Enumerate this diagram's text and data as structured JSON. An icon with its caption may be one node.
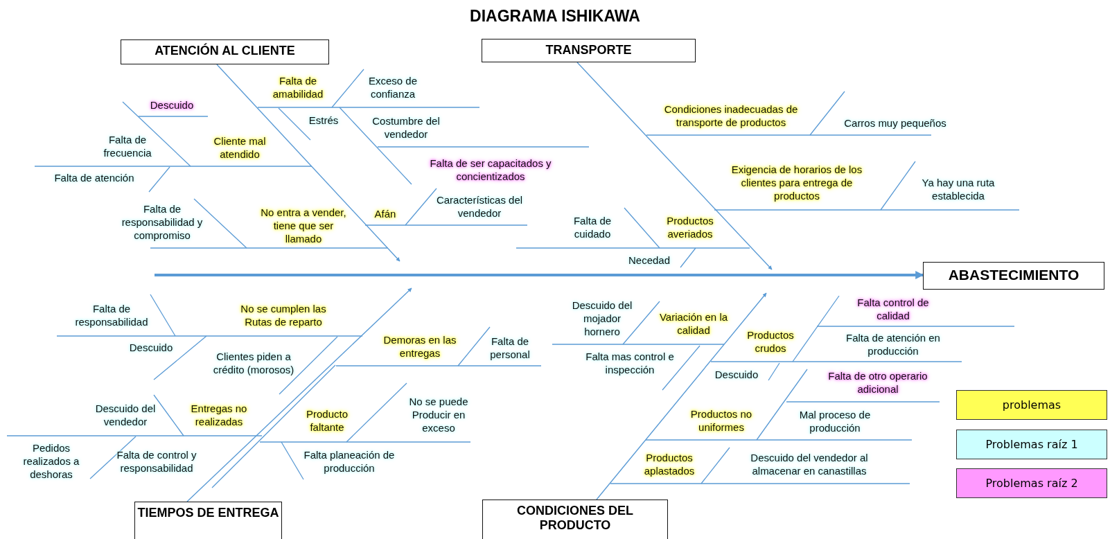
{
  "diagram": {
    "title": "DIAGRAMA ISHIKAWA",
    "nodes": [
      {
        "text": [
          "ATENCIÓN AL CLIENTE"
        ]
      },
      {
        "text": [
          "TRANSPORTE"
        ]
      },
      {
        "text": [
          "ABASTECIMIENTO"
        ]
      },
      {
        "text": [
          "TIEMPOS DE ENTREGA"
        ]
      },
      {
        "text": [
          "CONDICIONES DEL PRODUCTO"
        ]
      }
    ],
    "edges": [
      {
        "from": 0,
        "to": null,
        "arrow": "to"
      },
      {
        "from": 1,
        "to": null,
        "arrow": "to"
      },
      {
        "from": 3,
        "to": null,
        "arrow": "to"
      },
      {
        "from": 4,
        "to": null,
        "arrow": "to"
      },
      {
        "from": null,
        "to": 2,
        "arrow": "to",
        "style": "thick"
      }
    ],
    "labels": [
      "Falta de amabilidad",
      "Exceso de confianza",
      "Descuido",
      "Estrés",
      "Costumbre del vendedor",
      "Falta de frecuencia",
      "Cliente mal atendido",
      "Falta de ser capacitados y concientizados",
      "Falta de atención",
      "Falta de responsabilidad y compromiso",
      "No entra a vender, tiene que ser llamado",
      "Afán",
      "Características del vendedor",
      "Condiciones inadecuadas de transporte de productos",
      "Carros muy pequeños",
      "Exigencia de horarios de los clientes para entrega de productos",
      "Ya hay una ruta establecida",
      "Falta de cuidado",
      "Productos averiados",
      "Necedad",
      "Falta de responsabilidad",
      "No se cumplen las Rutas de reparto",
      "Descuido",
      "Clientes piden a crédito (morosos)",
      "Demoras en las entregas",
      "Falta de personal",
      "Descuido del vendedor",
      "Entregas no realizadas",
      "Producto faltante",
      "No se puede Producir en exceso",
      "Pedidos realizados a deshoras",
      "Falta de control y responsabilidad",
      "Falta planeación de producción",
      "Descuido del mojador hornero",
      "Variación en la calidad",
      "Falta control de calidad",
      "Productos crudos",
      "Falta de atención en producción",
      "Falta mas control e inspección",
      "Descuido",
      "Falta de otro operario adicional",
      "Productos no uniformes",
      "Mal proceso de producción",
      "Productos aplastados",
      "Descuido del vendedor al almacenar en canastillas"
    ],
    "legend": [
      {
        "text": "problemas",
        "color": "#ffff55"
      },
      {
        "text": "Problemas raíz 1",
        "color": "#ccffff"
      },
      {
        "text": "Problemas raíz 2",
        "color": "#ff99ff"
      }
    ]
  }
}
